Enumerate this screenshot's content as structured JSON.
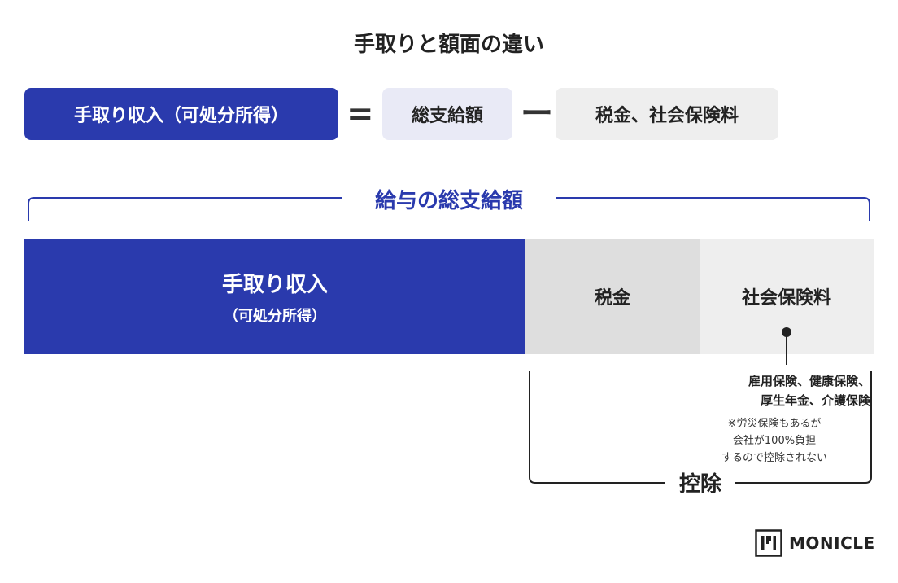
{
  "title": "手取りと額面の違い",
  "equation": {
    "takehome": "手取り収入（可処分所得）",
    "equals": "=",
    "gross": "総支給額",
    "minus": "ー",
    "deductions": "税金、社会保険料"
  },
  "gross_label": "給与の総支給額",
  "bar": {
    "takehome_main": "手取り収入",
    "takehome_sub": "（可処分所得）",
    "tax": "税金",
    "insurance": "社会保険料"
  },
  "insurance_types": {
    "line1": "雇用保険、健康保険、",
    "line2": "厚生年金、介護保険"
  },
  "note": {
    "line1": "※労災保険もあるが",
    "line2": "会社が100%負担",
    "line3": "するので控除されない"
  },
  "deduction_label": "控除",
  "logo": {
    "text": "MONICLE"
  },
  "colors": {
    "accent": "#2a3aad",
    "gross_bg": "#e9eaf6",
    "tax_bg": "#dedede",
    "insurance_bg": "#eeeeee"
  }
}
